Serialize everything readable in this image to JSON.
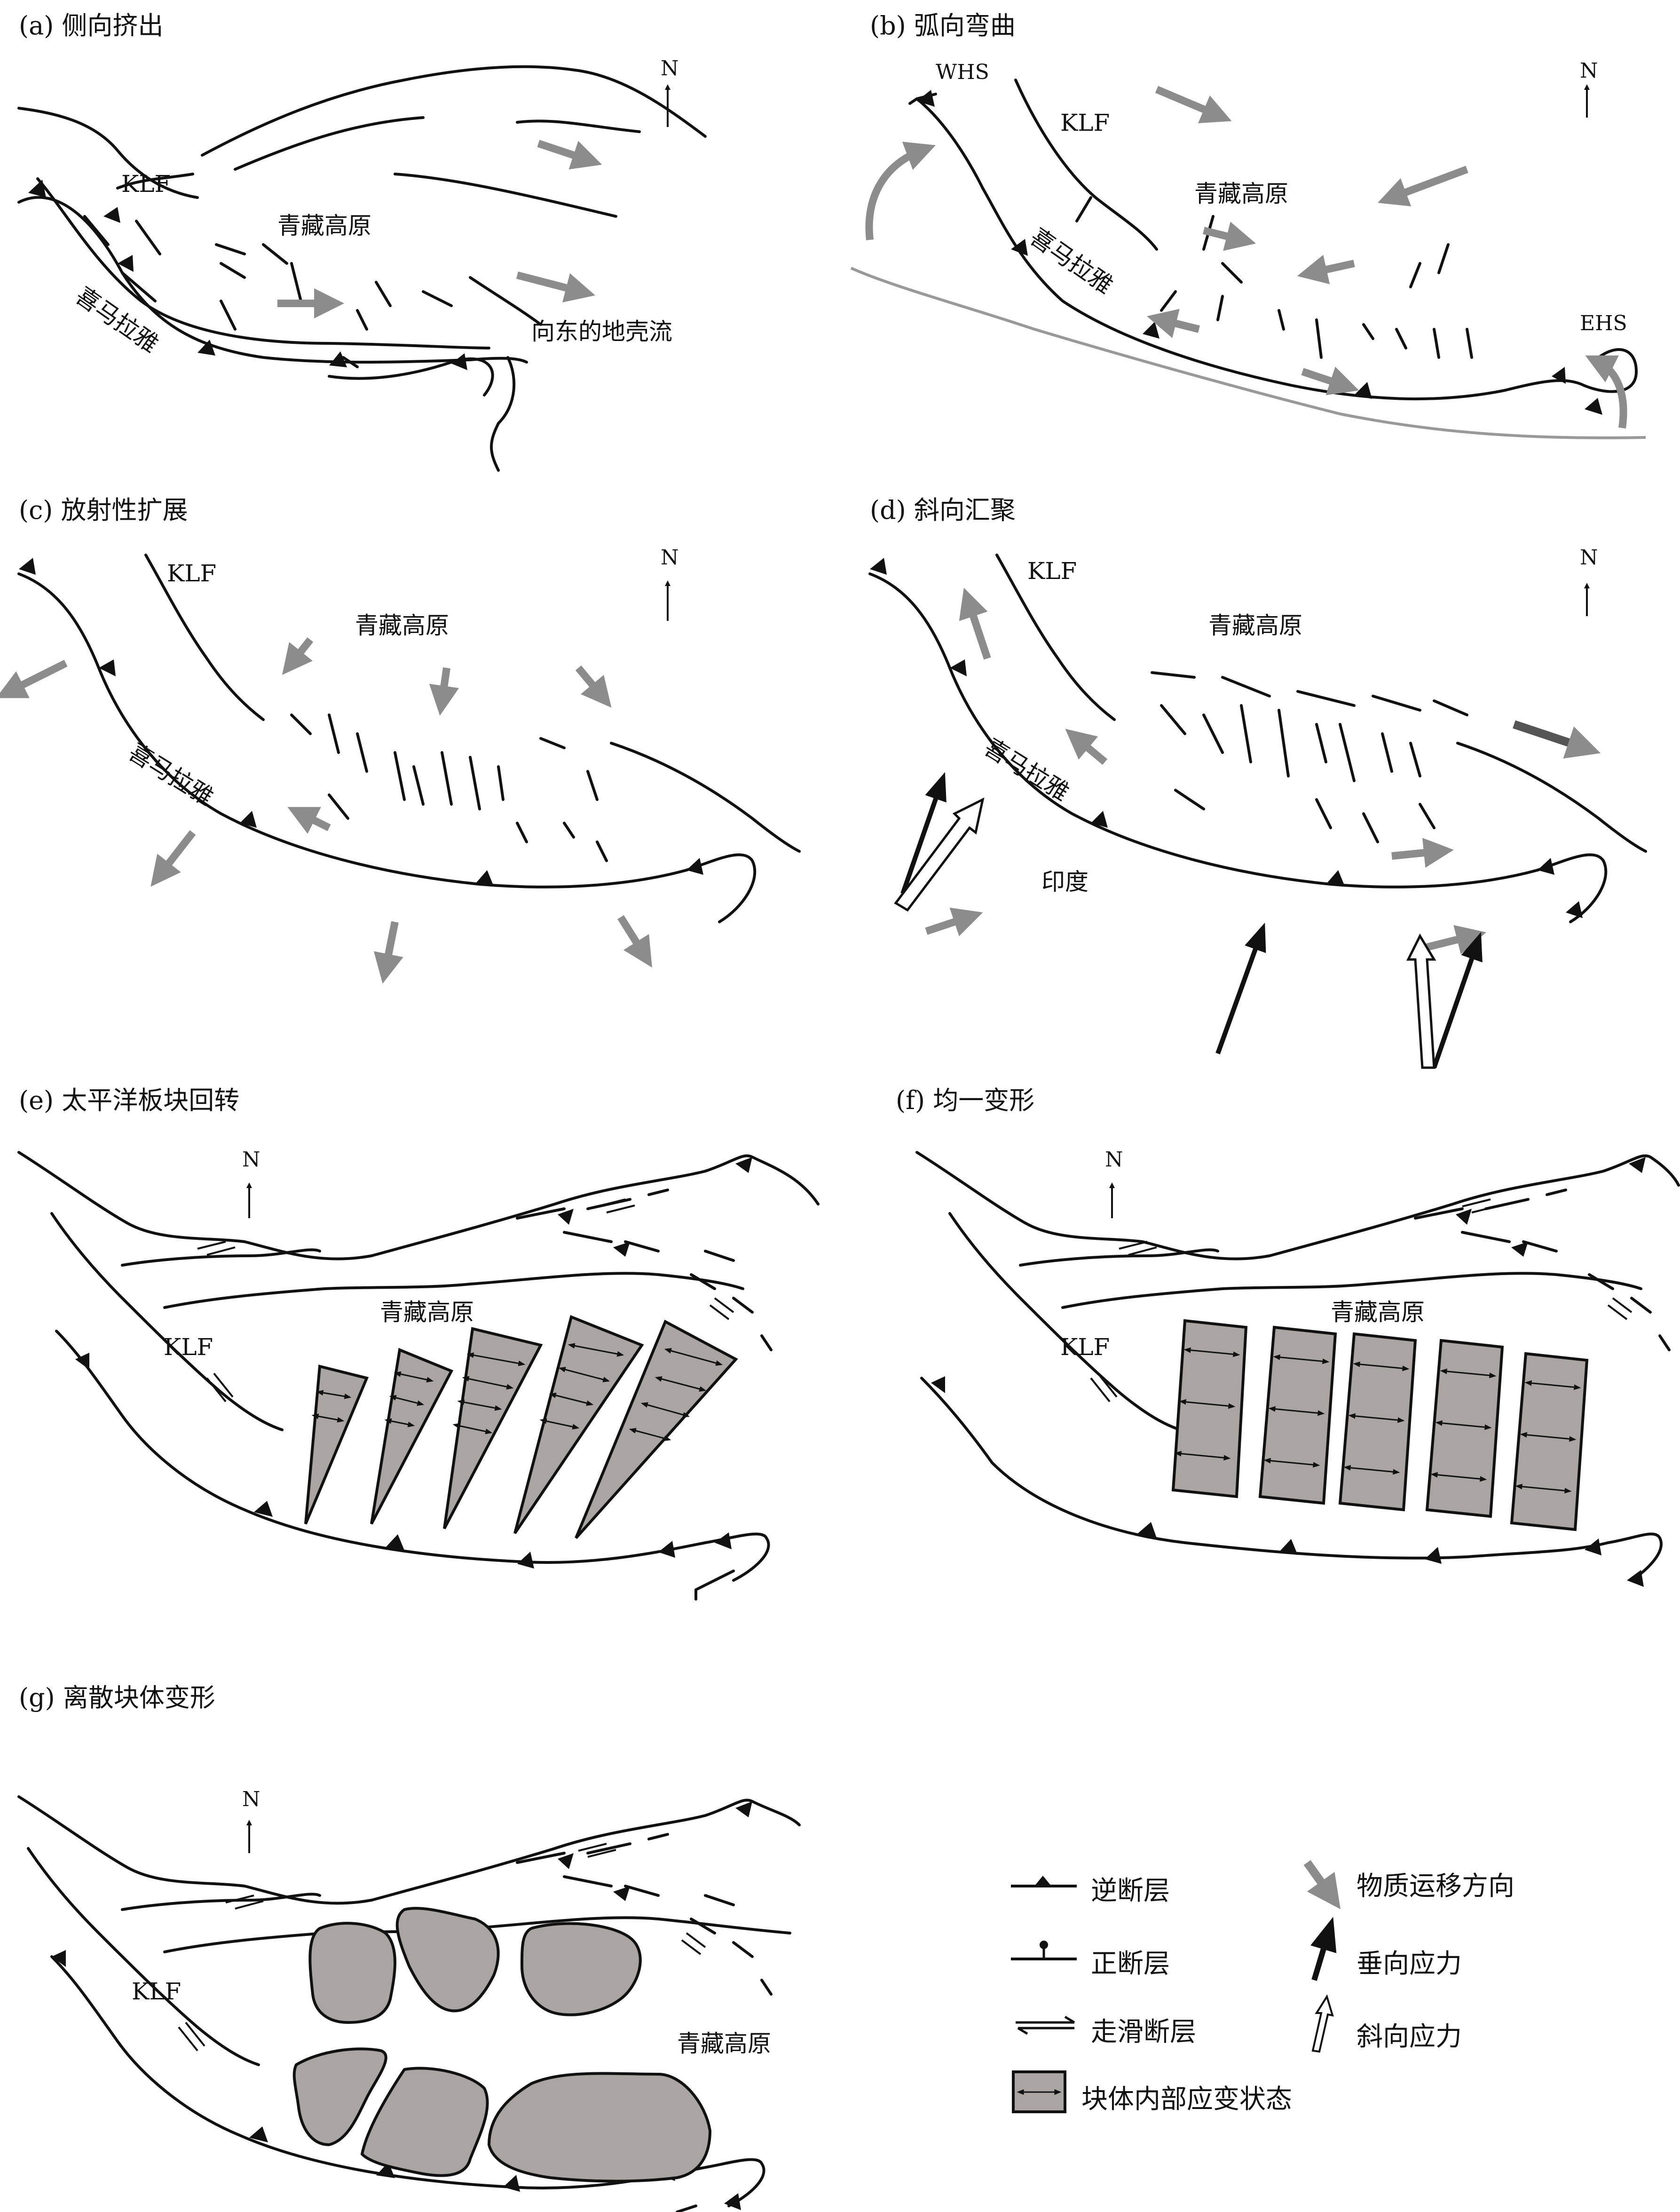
{
  "panels": {
    "a": {
      "title": "(a) 侧向挤出",
      "klf": "KLF",
      "plateau": "青藏高原",
      "himalaya": "喜马拉雅",
      "flow": "向东的地壳流",
      "north": "N"
    },
    "b": {
      "title": "(b) 弧向弯曲",
      "whs": "WHS",
      "klf": "KLF",
      "plateau": "青藏高原",
      "himalaya": "喜马拉雅",
      "ehs": "EHS",
      "north": "N"
    },
    "c": {
      "title": "(c) 放射性扩展",
      "klf": "KLF",
      "plateau": "青藏高原",
      "himalaya": "喜马拉雅",
      "north": "N"
    },
    "d": {
      "title": "(d) 斜向汇聚",
      "klf": "KLF",
      "plateau": "青藏高原",
      "himalaya": "喜马拉雅",
      "india": "印度",
      "north": "N"
    },
    "e": {
      "title": "(e) 太平洋板块回转",
      "klf": "KLF",
      "plateau": "青藏高原",
      "north": "N"
    },
    "f": {
      "title": "(f) 均一变形",
      "klf": "KLF",
      "plateau": "青藏高原",
      "north": "N"
    },
    "g": {
      "title": "(g) 离散块体变形",
      "klf": "KLF",
      "plateau": "青藏高原",
      "north": "N"
    }
  },
  "legend": {
    "thrust": "逆断层",
    "normal": "正断层",
    "strike_slip": "走滑断层",
    "block_strain": "块体内部应变状态",
    "material": "物质运移方向",
    "vertical_stress": "垂向应力",
    "oblique_stress": "斜向应力"
  },
  "colors": {
    "line": "#111111",
    "arrow_gray": "#8c8c8c",
    "block_fill": "#aaa5a2",
    "boundary_gray": "#999999"
  }
}
